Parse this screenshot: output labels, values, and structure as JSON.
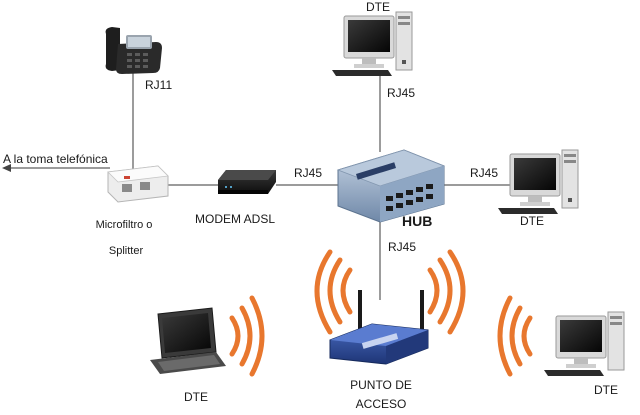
{
  "labels": {
    "rj11": "RJ11",
    "wall_jack": "A la toma telefónica",
    "splitter_line1": "Microfiltro o",
    "splitter_line2": "Splitter",
    "modem": "MODEM ADSL",
    "rj45_modem_hub": "RJ45",
    "dte_top": "DTE",
    "rj45_top": "RJ45",
    "hub": "HUB",
    "rj45_right": "RJ45",
    "dte_right": "DTE",
    "rj45_bottom": "RJ45",
    "access_point_line1": "PUNTO DE",
    "access_point_line2": "ACCESO",
    "dte_bottom_left": "DTE",
    "dte_bottom_right": "DTE"
  },
  "colors": {
    "cable": "#777777",
    "wifi_wave": "#e8772e",
    "hub_body": "#8aa3c2",
    "router_body": "#2f4f9e",
    "monitor_frame": "#cfcfcf",
    "screen": "#1c1c1c"
  },
  "icons": [
    "telephone-icon",
    "splitter-icon",
    "modem-icon",
    "hub-icon",
    "desktop-computer-icon",
    "laptop-icon",
    "wireless-router-icon",
    "wifi-waves-icon",
    "arrow-left-icon"
  ]
}
